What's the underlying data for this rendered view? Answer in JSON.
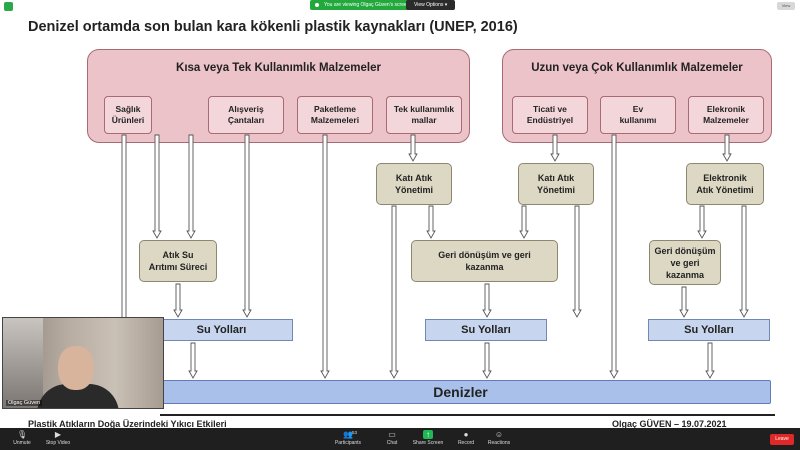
{
  "top": {
    "viewing_text": "You are viewing Olgaç Güven's screen",
    "view_options": "View Options",
    "view_button": "View"
  },
  "slide": {
    "title": "Denizel ortamda son bulan kara kökenli plastik kaynakları (UNEP, 2016)",
    "group_short": "Kısa veya Tek Kullanımlık Malzemeler",
    "group_long": "Uzun veya Çok Kullanımlık Malzemeler",
    "sources": [
      "Sağlık\nÜrünleri",
      "Alışveriş\nÇantaları",
      "Paketleme\nMalzemeleri",
      "Tek kullanımlık\nmallar",
      "Ticati ve\nEndüstriyel",
      "Ev\nkullanımı",
      "Elekronik\nMalzemeler"
    ],
    "mgmt": [
      "Atık Su\nArıtımı Süreci",
      "Katı Atık\nYönetimi",
      "Katı Atık\nYönetimi",
      "Elektronik\nAtık Yönetimi",
      "Geri dönüşüm ve geri\nkazanma",
      "Geri dönüşüm\nve geri\nkazanma"
    ],
    "water": [
      "Su Yolları",
      "Su Yolları",
      "Su Yolları"
    ],
    "sea": "Denizler",
    "footer_left": "Plastik Atıkların Doğa Üzerindeki Yıkıcı Etkileri",
    "footer_right": "Olgaç GÜVEN – 19.07.2021"
  },
  "webcam": {
    "name": "Olgaç Güven"
  },
  "toolbar": {
    "unmute": "Unmute",
    "stop_video": "Stop Video",
    "participants": "Participants",
    "participants_count": "53",
    "chat": "Chat",
    "share_screen": "Share Screen",
    "record": "Record",
    "reactions": "Reactions",
    "leave": "Leave"
  },
  "colors": {
    "group_fill": "#ecc3c8",
    "mgmt_fill": "#ddd8c4",
    "water_fill": "#c7d6ee",
    "sea_fill": "#a9c1ea",
    "share_green": "#1fb854",
    "leave_red": "#e02828"
  }
}
